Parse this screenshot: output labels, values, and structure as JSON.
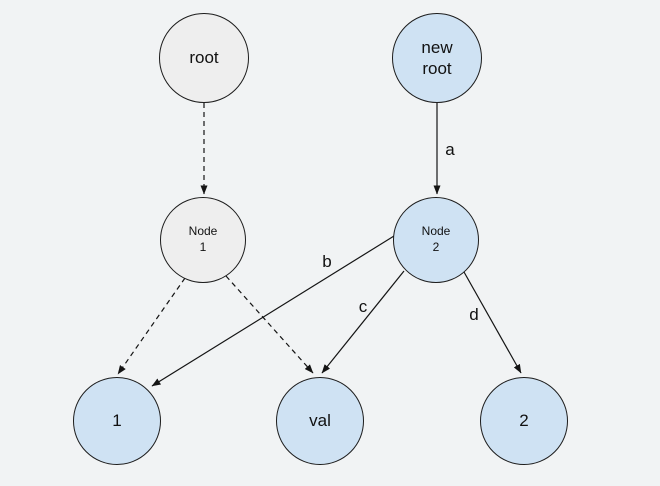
{
  "diagram": {
    "description": "Tree diagram showing an old root sharing nodes with a new root",
    "colors": {
      "background": "#f1f3f4",
      "old_node_fill": "#eeeeee",
      "new_node_fill": "#cfe2f3",
      "stroke": "#141414"
    },
    "nodes": {
      "root": {
        "label": "root",
        "variant": "old"
      },
      "new_root": {
        "label": "new\nroot",
        "variant": "new"
      },
      "node1": {
        "label": "Node\n1",
        "variant": "old"
      },
      "node2": {
        "label": "Node\n2",
        "variant": "new"
      },
      "leaf1": {
        "label": "1",
        "variant": "new"
      },
      "val": {
        "label": "val",
        "variant": "new"
      },
      "leaf2": {
        "label": "2",
        "variant": "new"
      }
    },
    "edges": {
      "root_node1": {
        "from": "root",
        "to": "node1",
        "style": "dashed",
        "label": ""
      },
      "a": {
        "from": "new_root",
        "to": "node2",
        "style": "solid",
        "label": "a"
      },
      "b": {
        "from": "node2",
        "to": "leaf1",
        "style": "solid",
        "label": "b"
      },
      "c": {
        "from": "node2",
        "to": "val",
        "style": "solid",
        "label": "c"
      },
      "d": {
        "from": "node2",
        "to": "leaf2",
        "style": "solid",
        "label": "d"
      },
      "node1_leaf1": {
        "from": "node1",
        "to": "leaf1",
        "style": "dashed",
        "label": ""
      },
      "node1_val": {
        "from": "node1",
        "to": "val",
        "style": "dashed",
        "label": ""
      }
    }
  }
}
